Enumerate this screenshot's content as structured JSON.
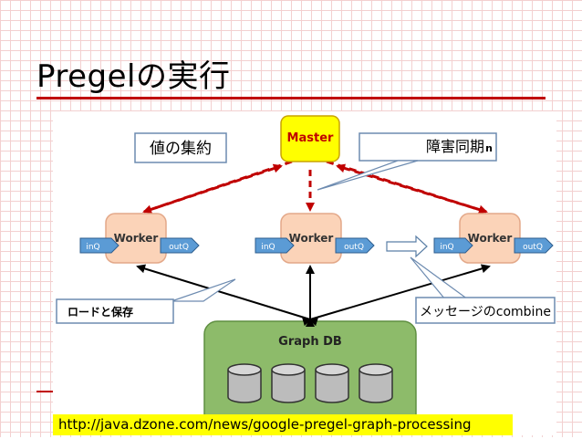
{
  "slide": {
    "title": "Pregelの実行",
    "source_url": "http://java.dzone.com/news/google-pregel-graph-processing"
  },
  "diagram": {
    "master_label": "Master",
    "workers": [
      {
        "label": "Worker",
        "inq": "inQ",
        "outq": "outQ"
      },
      {
        "label": "Worker",
        "inq": "inQ",
        "outq": "outQ"
      },
      {
        "label": "Worker",
        "inq": "inQ",
        "outq": "outQ"
      }
    ],
    "db_label": "Graph DB",
    "callouts": {
      "aggregation": "値の集約",
      "barrier": "障害同期",
      "barrier_hidden_suffix": "n",
      "load_store": "ロードと保存",
      "combine": "メッセージのcombine"
    }
  },
  "colors": {
    "accent_red": "#c00000",
    "grid": "#f3d0d0",
    "master_fill": "#ffff00",
    "worker_fill": "#fbd3b8",
    "queue_fill": "#5b9bd5",
    "db_fill": "#8dbb6a",
    "url_highlight": "#ffff00"
  }
}
